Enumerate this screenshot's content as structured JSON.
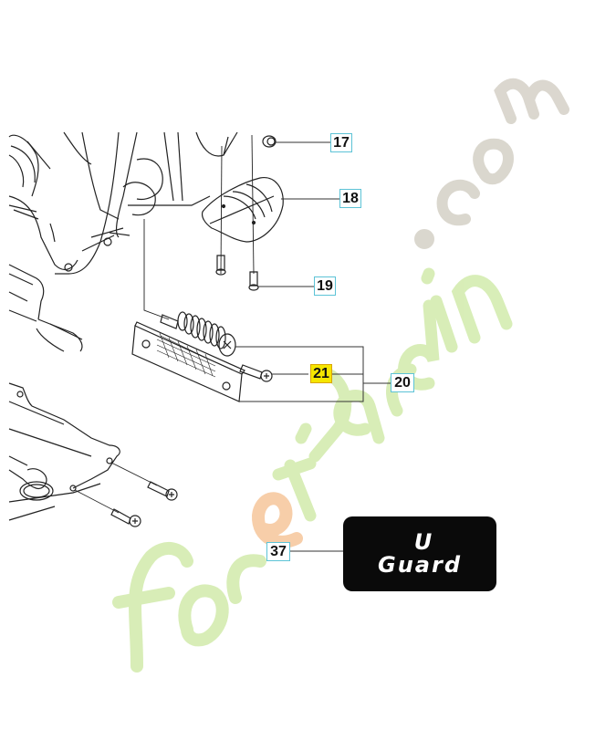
{
  "diagram": {
    "type": "exploded-parts-diagram",
    "callouts": [
      {
        "id": "17",
        "label": "17",
        "highlighted": false
      },
      {
        "id": "18",
        "label": "18",
        "highlighted": false
      },
      {
        "id": "19",
        "label": "19",
        "highlighted": false
      },
      {
        "id": "20",
        "label": "20",
        "highlighted": false
      },
      {
        "id": "21",
        "label": "21",
        "highlighted": true
      },
      {
        "id": "37",
        "label": "37",
        "highlighted": false
      }
    ],
    "badge": {
      "line1": "U",
      "line2": "Guard"
    },
    "watermark": {
      "text": "foretjardin.com",
      "colors": {
        "green": "#d4ecb0",
        "orange": "#f6c9a0",
        "gray": "#d9d5cc"
      }
    },
    "colors": {
      "callout_border": "#5cc3d6",
      "highlight_fill": "#f5e600",
      "line": "#333333"
    }
  }
}
